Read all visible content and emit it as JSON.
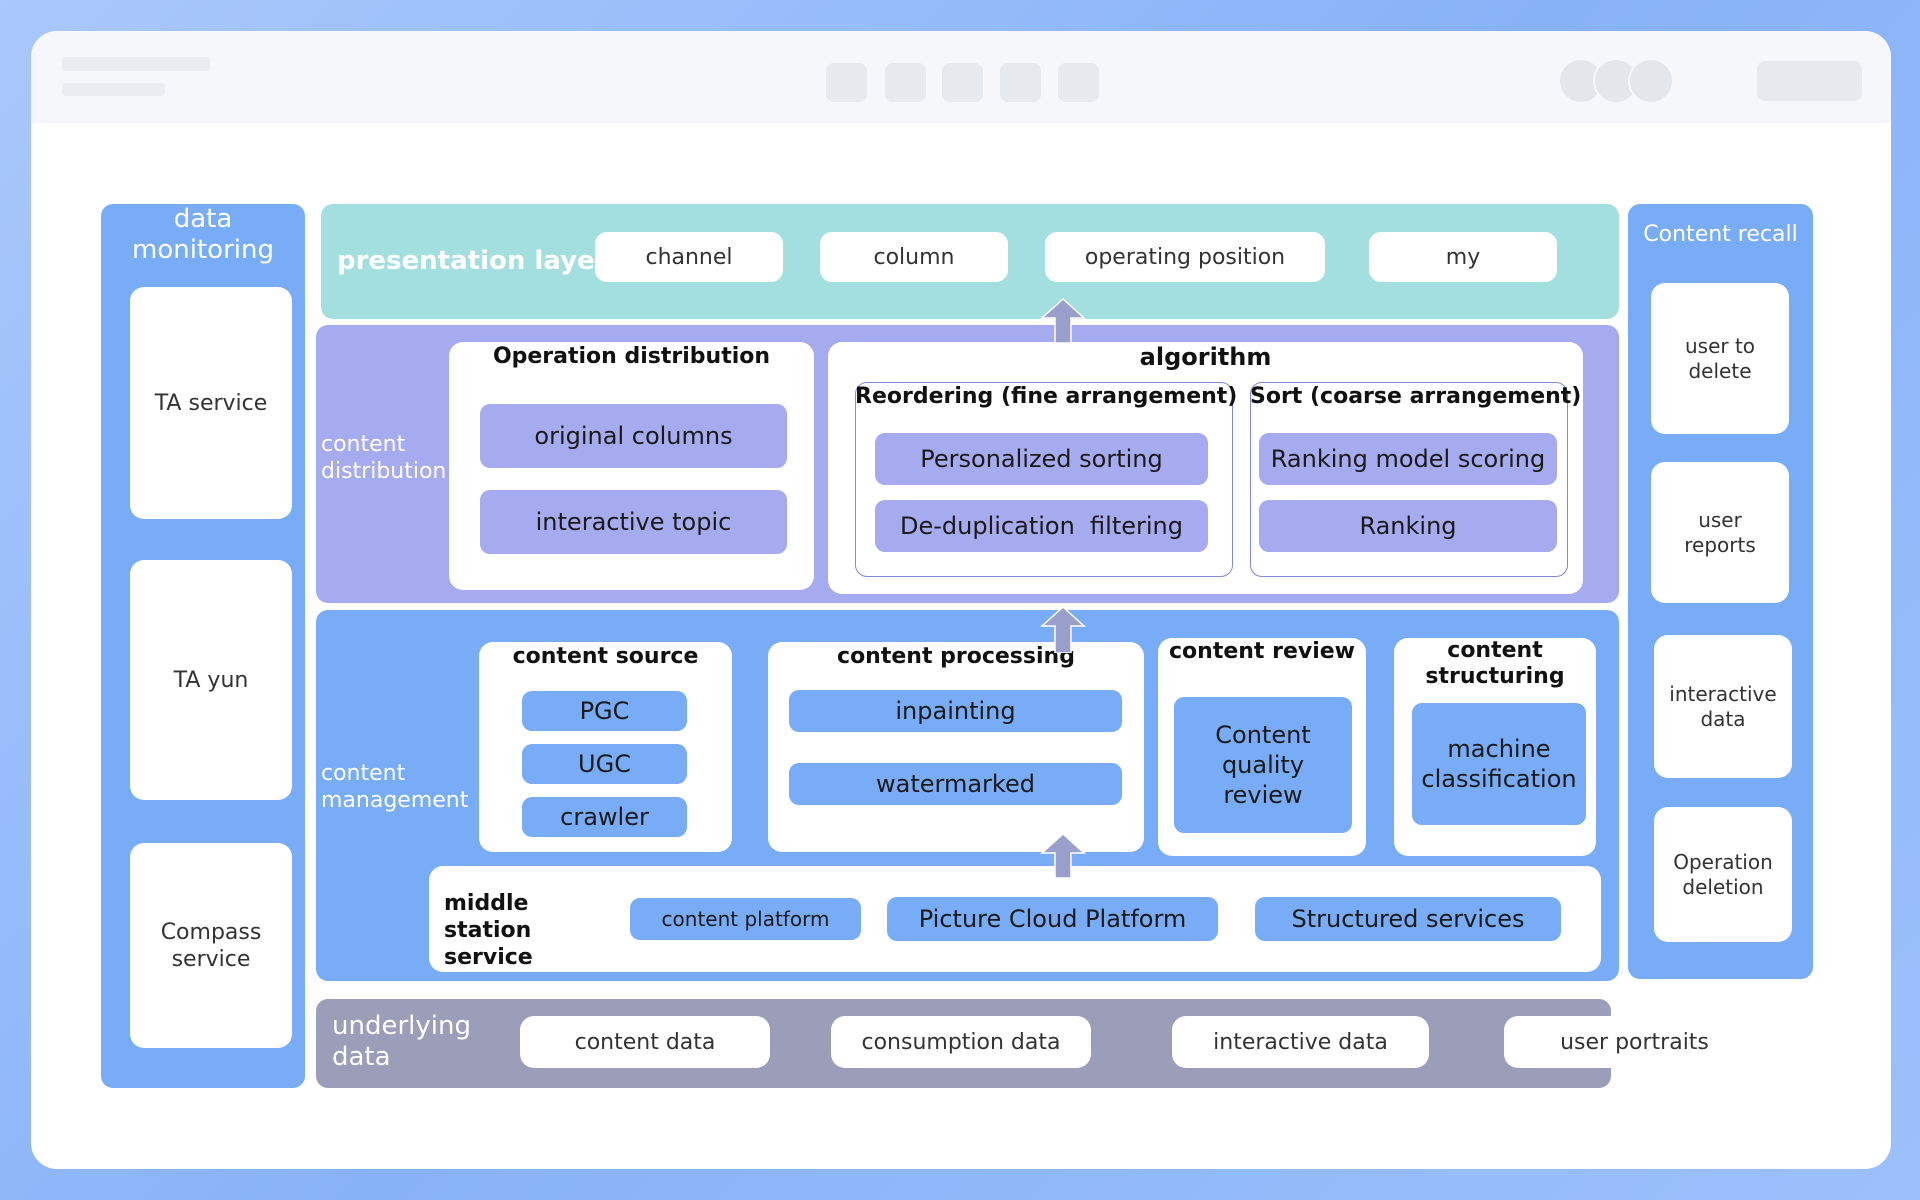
{
  "monitoring": {
    "title": "data monitoring",
    "items": [
      "TA service",
      "TA yun",
      "Compass service"
    ]
  },
  "presentation": {
    "title": "presentation layer",
    "items": [
      "channel",
      "column",
      "operating position",
      "my"
    ]
  },
  "distribution": {
    "title": "content distribution",
    "operation": {
      "title": "Operation distribution",
      "items": [
        "original columns",
        "interactive topic"
      ]
    },
    "algorithm": {
      "title": "algorithm",
      "reorder": {
        "title": "Reordering (fine arrangement)",
        "items": [
          "Personalized sorting",
          "De-duplication  filtering"
        ]
      },
      "sort": {
        "title": "Sort (coarse arrangement)",
        "items": [
          "Ranking model scoring",
          "Ranking"
        ]
      }
    }
  },
  "management": {
    "title": "content management",
    "source": {
      "title": "content source",
      "items": [
        "PGC",
        "UGC",
        "crawler"
      ]
    },
    "processing": {
      "title": "content processing",
      "items": [
        "inpainting",
        "watermarked"
      ]
    },
    "review": {
      "title": "content review",
      "item": "Content quality review"
    },
    "structuring": {
      "title": "content structuring",
      "item": "machine classification"
    },
    "middle": {
      "title": "middle station service",
      "items": [
        "content platform",
        "Picture Cloud Platform",
        "Structured services"
      ]
    }
  },
  "underlying": {
    "title": "underlying data",
    "items": [
      "content data",
      "consumption data",
      "interactive data",
      "user portraits"
    ]
  },
  "recall": {
    "title": "Content recall",
    "items": [
      "user to delete",
      "user reports",
      "interactive data",
      "Operation deletion"
    ]
  },
  "colors": {
    "teal": "#a4dfe0",
    "lavender": "#a6aaee",
    "blue": "#78acf6",
    "gray": "#9b9db9",
    "arrow": "#9a9ecb"
  }
}
